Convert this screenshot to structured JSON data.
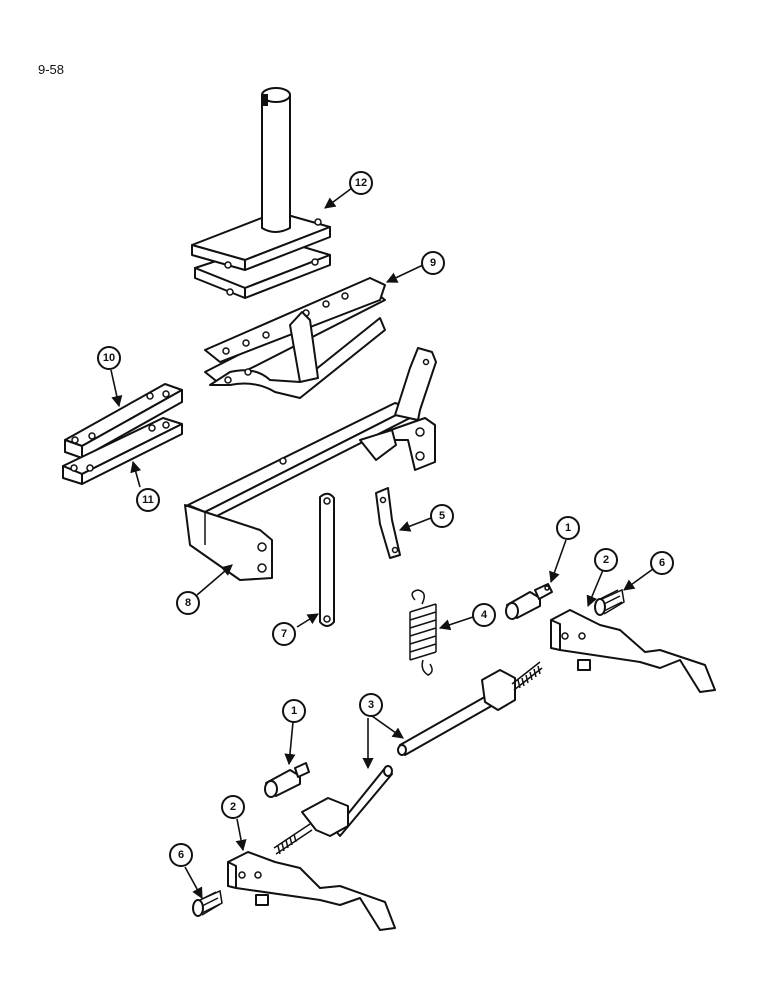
{
  "page_number": "9-58",
  "callouts": [
    "1",
    "1",
    "2",
    "2",
    "3",
    "4",
    "5",
    "6",
    "6",
    "7",
    "8",
    "9",
    "10",
    "11",
    "12"
  ]
}
